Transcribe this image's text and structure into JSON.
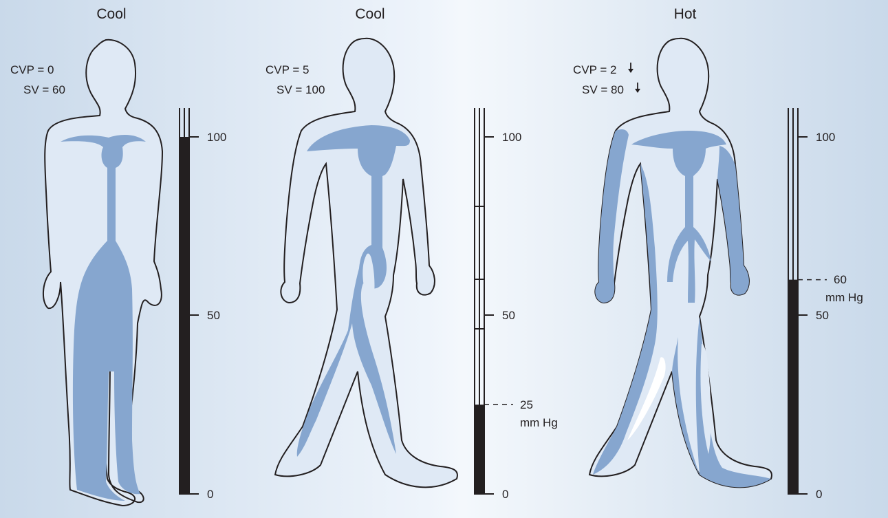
{
  "panels": [
    {
      "title": "Cool",
      "cvp_label": "CVP = 0",
      "sv_label": "SV = 60",
      "scale": {
        "tick_labels": [
          "100",
          "50",
          "0"
        ],
        "pressure": 100,
        "pressure_label": "",
        "unit_label": ""
      }
    },
    {
      "title": "Cool",
      "cvp_label": "CVP = 5",
      "sv_label": "SV = 100",
      "scale": {
        "tick_labels": [
          "100",
          "50",
          "0"
        ],
        "pressure": 25,
        "pressure_label": "25",
        "unit_label": "mm Hg"
      }
    },
    {
      "title": "Hot",
      "cvp_label": "CVP = 2",
      "sv_label": "SV = 80",
      "cvp_arrow": "down-arrow",
      "sv_arrow": "down-arrow",
      "scale": {
        "tick_labels": [
          "100",
          "50",
          "0"
        ],
        "pressure": 60,
        "pressure_label": "60",
        "unit_label": "mm Hg"
      }
    }
  ],
  "colors": {
    "blood": "#86a6cf",
    "body_fill": "#dfe9f5",
    "outline": "#231f20",
    "column": "#231f20",
    "background_edge": "#c9d9ea",
    "background_center": "#f4f8fc"
  }
}
